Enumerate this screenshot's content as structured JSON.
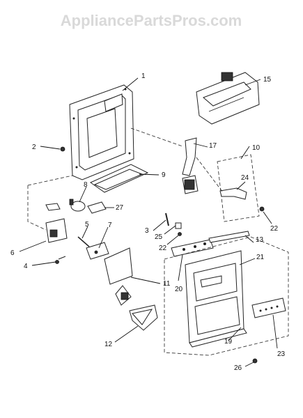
{
  "watermark": "AppliancePartsPros.com",
  "callouts": [
    {
      "id": "1",
      "label": "1"
    },
    {
      "id": "2",
      "label": "2"
    },
    {
      "id": "3",
      "label": "3"
    },
    {
      "id": "4",
      "label": "4"
    },
    {
      "id": "5",
      "label": "5"
    },
    {
      "id": "6",
      "label": "6"
    },
    {
      "id": "7",
      "label": "7"
    },
    {
      "id": "8",
      "label": "8"
    },
    {
      "id": "9",
      "label": "9"
    },
    {
      "id": "10",
      "label": "10"
    },
    {
      "id": "11",
      "label": "11"
    },
    {
      "id": "12",
      "label": "12"
    },
    {
      "id": "13",
      "label": "13"
    },
    {
      "id": "15",
      "label": "15"
    },
    {
      "id": "17",
      "label": "17"
    },
    {
      "id": "19",
      "label": "19"
    },
    {
      "id": "20",
      "label": "20"
    },
    {
      "id": "21",
      "label": "21"
    },
    {
      "id": "22a",
      "label": "22"
    },
    {
      "id": "22b",
      "label": "22"
    },
    {
      "id": "23",
      "label": "23"
    },
    {
      "id": "24",
      "label": "24"
    },
    {
      "id": "25",
      "label": "25"
    },
    {
      "id": "26",
      "label": "26"
    },
    {
      "id": "27",
      "label": "27"
    }
  ]
}
